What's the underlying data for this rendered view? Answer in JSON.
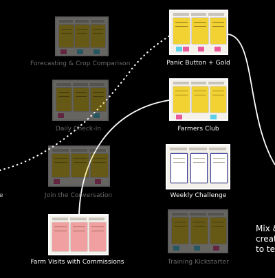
{
  "cards": [
    {
      "id": "forecasting",
      "label": "Forecasting & Crop Comparison",
      "active": false,
      "note_color": "#f2d233"
    },
    {
      "id": "daily-checkin",
      "label": "Daily Check-In",
      "active": false,
      "note_color": "#f2d233"
    },
    {
      "id": "join-conversation",
      "label": "Join the Conversation",
      "active": false,
      "note_color": "#f2d233"
    },
    {
      "id": "farm-visits",
      "label": "Farm Visits with Commissions",
      "active": true,
      "note_color": "#f0a0a0"
    },
    {
      "id": "panic-button",
      "label": "Panic Button + Gold",
      "active": true,
      "note_color": "#f2d233"
    },
    {
      "id": "farmers-club",
      "label": "Farmers Club",
      "active": true,
      "note_color": "#f2d233"
    },
    {
      "id": "weekly-challenge",
      "label": "Weekly Challenge",
      "active": true,
      "note_color": "#ffffff"
    },
    {
      "id": "training-kickstarter",
      "label": "Training Kickstarter",
      "active": false,
      "note_color": "#f2d233"
    }
  ],
  "partial_label": "e",
  "caption_lines": [
    "Mix &",
    "creat",
    "to ter"
  ],
  "colors": {
    "background": "#000000",
    "active_label": "#ffffff",
    "inactive_label": "#6b6b6b",
    "connector": "#ffffff",
    "sticky_pink": "#e85a9a",
    "sticky_cyan": "#5cd0e6"
  }
}
